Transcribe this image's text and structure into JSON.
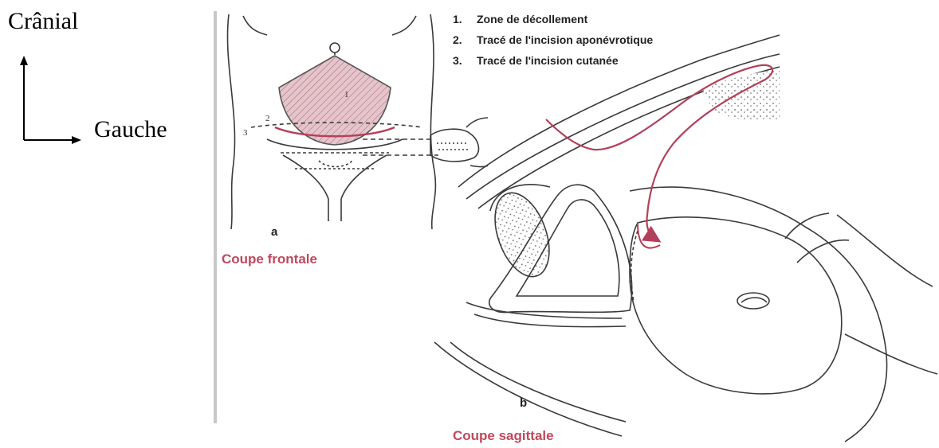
{
  "orientation": {
    "cranial_label": "Crânial",
    "left_label": "Gauche"
  },
  "legend": {
    "items": [
      {
        "number": "1.",
        "label": "Zone de décollement"
      },
      {
        "number": "2.",
        "label": "Tracé de l'incision aponévrotique"
      },
      {
        "number": "3.",
        "label": "Tracé de l'incision cutanée"
      }
    ]
  },
  "panels": {
    "frontal": {
      "letter": "a",
      "caption": "Coupe frontale"
    },
    "sagittal": {
      "letter": "b",
      "caption": "Coupe sagittale"
    }
  },
  "diagram_labels": {
    "zone_number": "1",
    "aponeurotic_number": "2",
    "cutaneous_number": "3"
  },
  "colors": {
    "incision": "#b3405a",
    "caption": "#c0485e",
    "zone_fill": "#e6c4cb",
    "line": "#3a3a3a"
  }
}
